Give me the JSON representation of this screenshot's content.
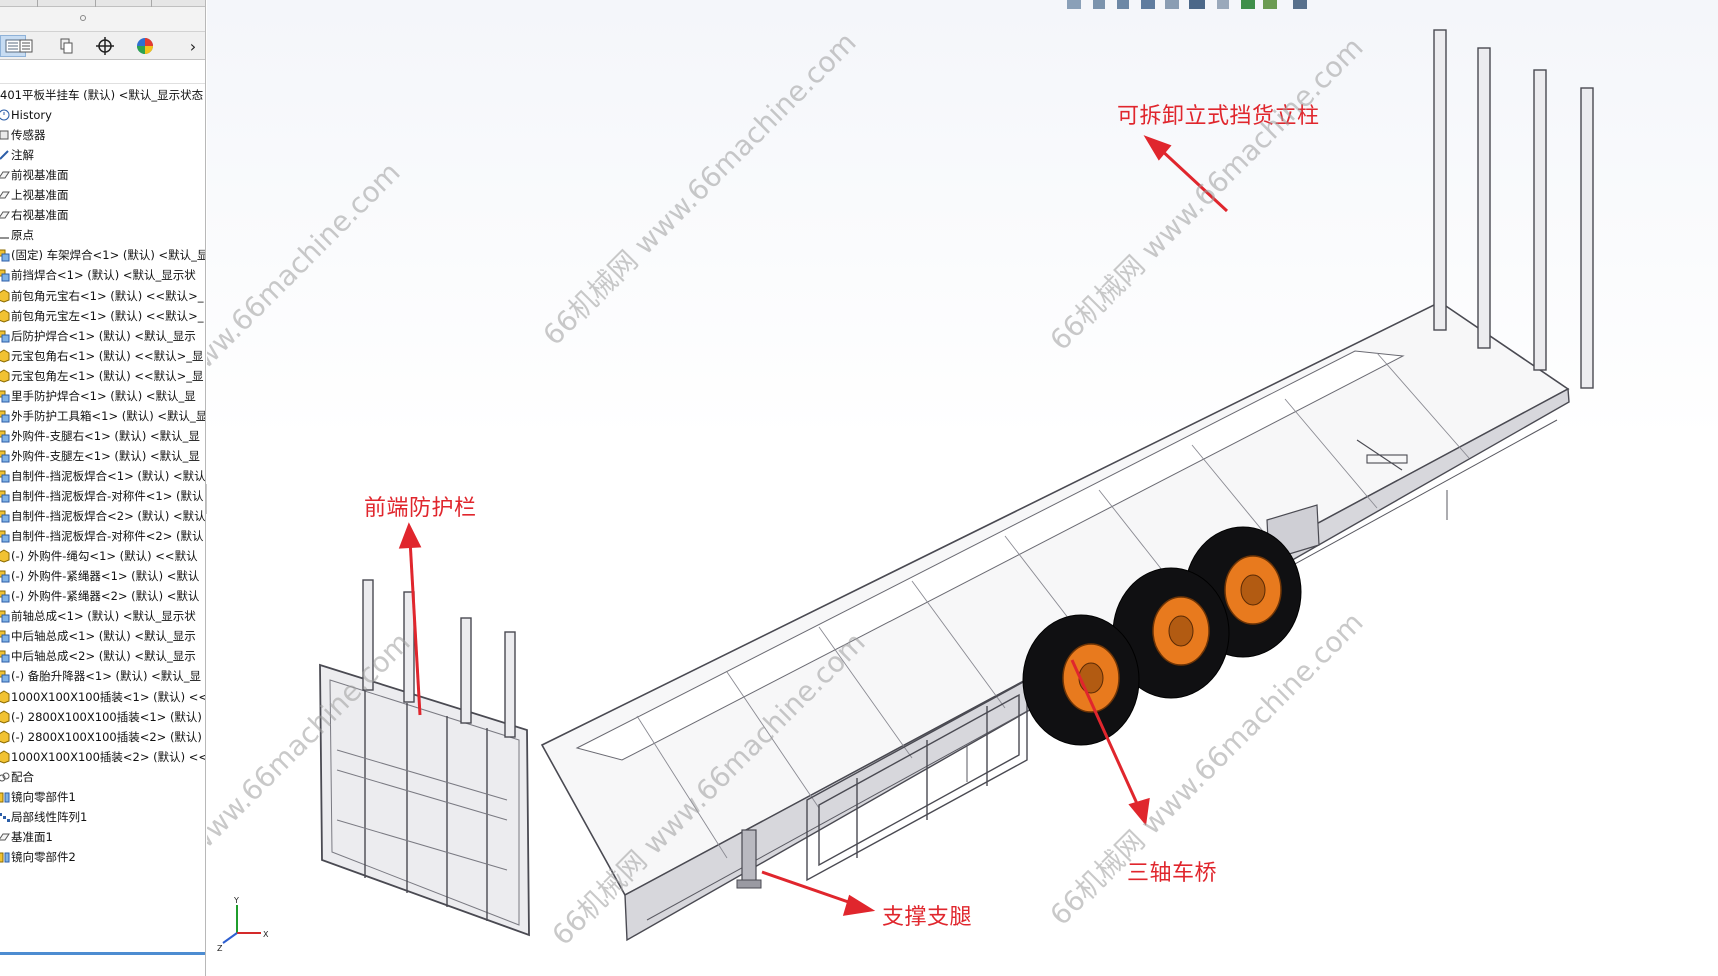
{
  "feature_tree": {
    "root_label": "401平板半挂车 (默认) <默认_显示状态",
    "items": [
      {
        "label": "History",
        "icon": "history-icon"
      },
      {
        "label": "传感器",
        "icon": "sensor-icon"
      },
      {
        "label": "注解",
        "icon": "annotation-icon"
      },
      {
        "label": "前视基准面",
        "icon": "plane-icon"
      },
      {
        "label": "上视基准面",
        "icon": "plane-icon"
      },
      {
        "label": "右视基准面",
        "icon": "plane-icon"
      },
      {
        "label": "原点",
        "icon": "origin-icon"
      },
      {
        "label": "(固定) 车架焊合<1> (默认) <默认_显",
        "icon": "assembly-icon"
      },
      {
        "label": "前挡焊合<1> (默认) <默认_显示状",
        "icon": "assembly-icon"
      },
      {
        "label": "前包角元宝右<1> (默认) <<默认>_",
        "icon": "part-icon"
      },
      {
        "label": "前包角元宝左<1> (默认) <<默认>_",
        "icon": "part-icon"
      },
      {
        "label": "后防护焊合<1> (默认) <默认_显示",
        "icon": "assembly-icon"
      },
      {
        "label": "元宝包角右<1> (默认) <<默认>_显",
        "icon": "part-icon"
      },
      {
        "label": "元宝包角左<1> (默认) <<默认>_显",
        "icon": "part-icon"
      },
      {
        "label": "里手防护焊合<1> (默认) <默认_显",
        "icon": "assembly-icon"
      },
      {
        "label": "外手防护工具箱<1> (默认) <默认_显",
        "icon": "assembly-icon"
      },
      {
        "label": "外购件-支腿右<1> (默认) <默认_显",
        "icon": "assembly-icon"
      },
      {
        "label": "外购件-支腿左<1> (默认) <默认_显",
        "icon": "assembly-icon"
      },
      {
        "label": "自制件-挡泥板焊合<1> (默认) <默认",
        "icon": "assembly-icon"
      },
      {
        "label": "自制件-挡泥板焊合-对称件<1> (默认",
        "icon": "assembly-icon"
      },
      {
        "label": "自制件-挡泥板焊合<2> (默认) <默认",
        "icon": "assembly-icon"
      },
      {
        "label": "自制件-挡泥板焊合-对称件<2> (默认",
        "icon": "assembly-icon"
      },
      {
        "label": "(-) 外购件-绳勾<1> (默认) <<默认",
        "icon": "part-icon"
      },
      {
        "label": "(-) 外购件-紧绳器<1> (默认) <默认",
        "icon": "assembly-icon"
      },
      {
        "label": "(-) 外购件-紧绳器<2> (默认) <默认",
        "icon": "assembly-icon"
      },
      {
        "label": "前轴总成<1> (默认) <默认_显示状",
        "icon": "assembly-icon"
      },
      {
        "label": "中后轴总成<1> (默认) <默认_显示",
        "icon": "assembly-icon"
      },
      {
        "label": "中后轴总成<2> (默认) <默认_显示",
        "icon": "assembly-icon"
      },
      {
        "label": "(-) 备胎升降器<1> (默认) <默认_显",
        "icon": "assembly-icon"
      },
      {
        "label": "1000X100X100插装<1> (默认) <<",
        "icon": "part-icon"
      },
      {
        "label": "(-) 2800X100X100插装<1> (默认)",
        "icon": "part-icon"
      },
      {
        "label": "(-) 2800X100X100插装<2> (默认)",
        "icon": "part-icon"
      },
      {
        "label": "1000X100X100插装<2> (默认) <<",
        "icon": "part-icon"
      },
      {
        "label": "配合",
        "icon": "mates-icon"
      },
      {
        "label": "镜向零部件1",
        "icon": "mirror-icon"
      },
      {
        "label": "局部线性阵列1",
        "icon": "pattern-icon"
      },
      {
        "label": "基准面1",
        "icon": "plane-icon"
      },
      {
        "label": "镜向零部件2",
        "icon": "mirror-icon"
      }
    ]
  },
  "toolbar": {
    "expand_glyph": "›"
  },
  "callouts": {
    "stakes": "可拆卸立式挡货立柱",
    "headboard": "前端防护栏",
    "landing_gear": "支撑支腿",
    "tri_axle": "三轴车桥"
  },
  "watermarks": {
    "text": "66机械网 www.66machine.com"
  },
  "triad": {
    "x": "X",
    "y": "Y",
    "z": "Z"
  },
  "colors": {
    "callout_red": "#e0262d",
    "selection_blue": "#4d8cd1",
    "hub_orange": "#e87a1e",
    "frame_gray": "#5a5a62"
  }
}
